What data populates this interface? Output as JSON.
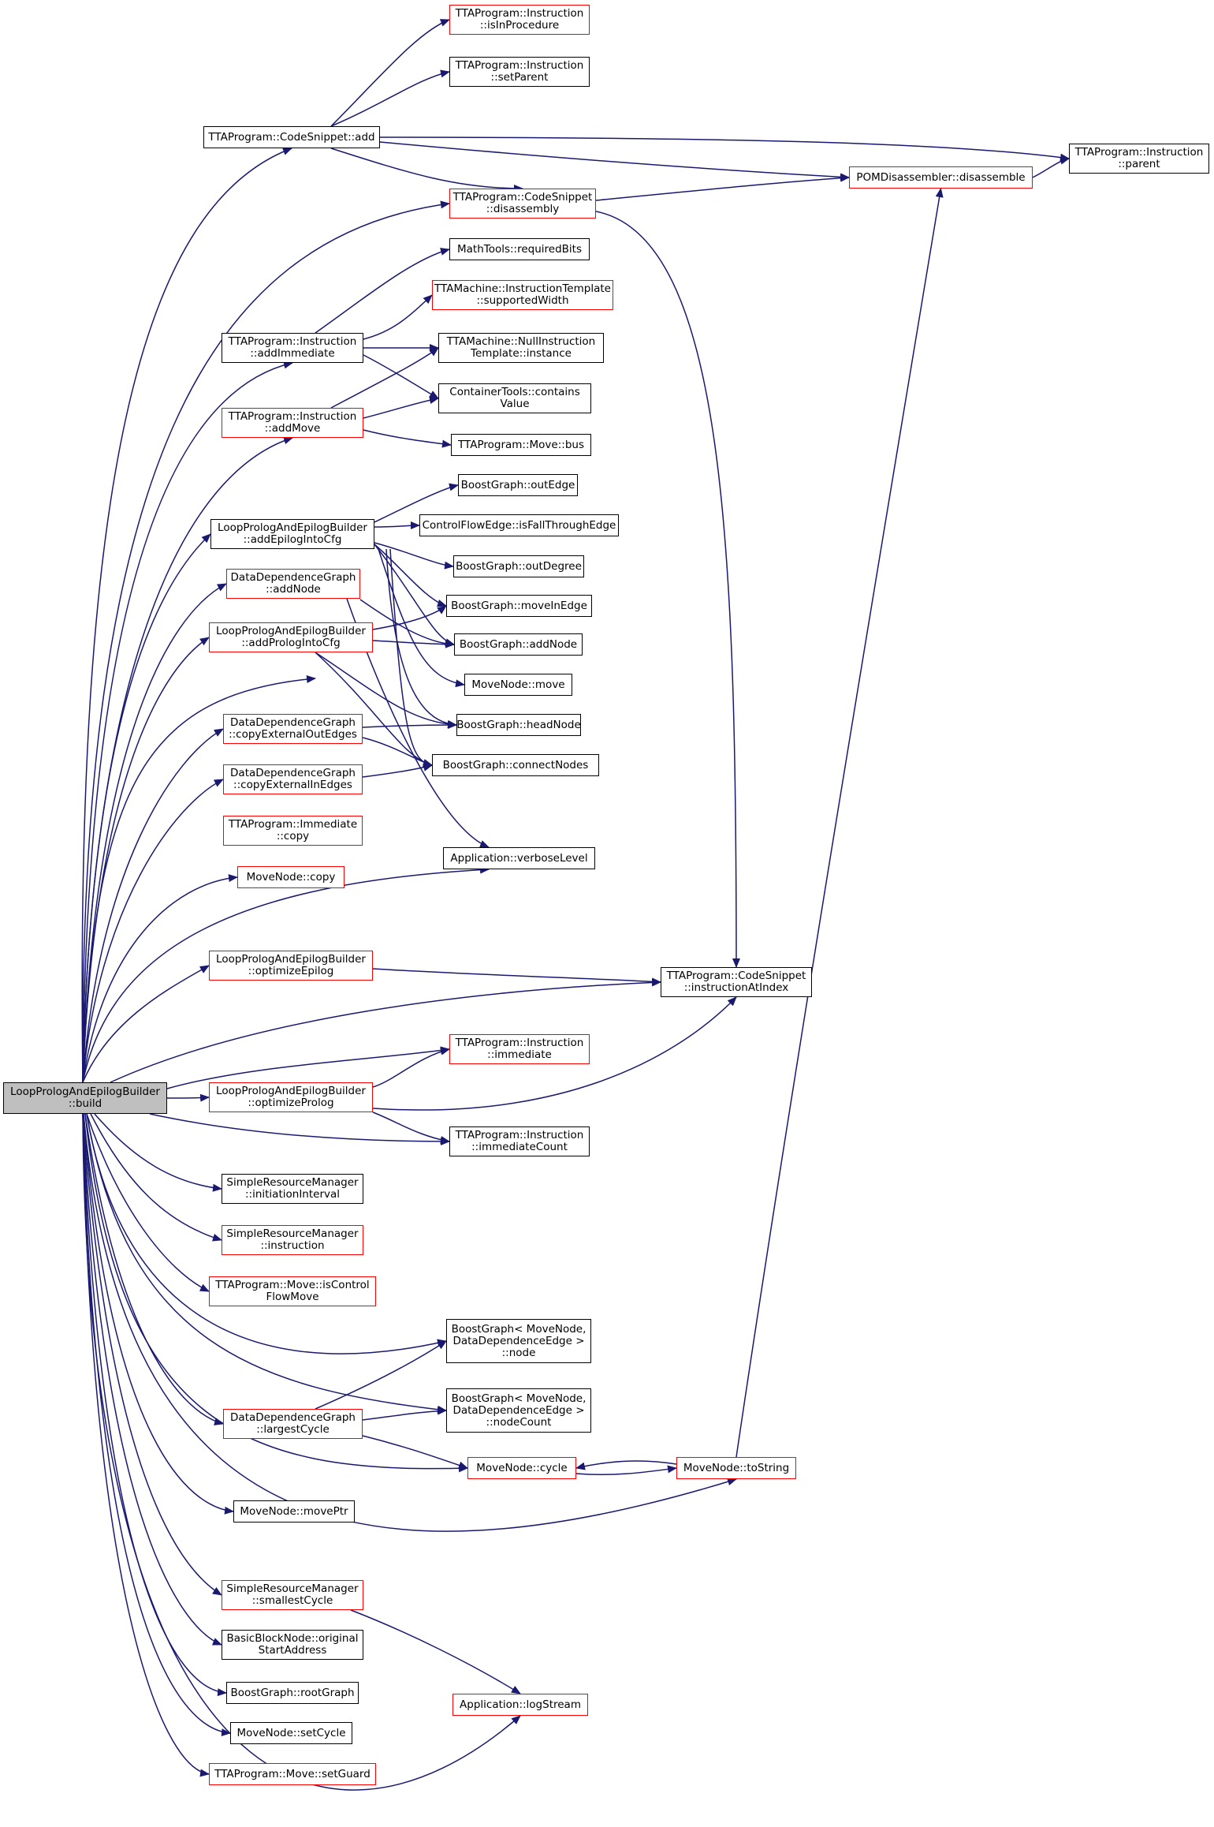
{
  "edge_color": "#191970",
  "border_colors": {
    "black": "#000000",
    "red": "#ff0000"
  },
  "root_fill": "#bfbfbf",
  "nodes": {
    "root": {
      "lines": [
        "LoopPrologAndEpilogBuilder",
        "::build"
      ],
      "style": "root"
    },
    "csadd": {
      "lines": [
        "TTAProgram::CodeSnippet::add"
      ],
      "style": "black"
    },
    "isinp": {
      "lines": [
        "TTAProgram::Instruction",
        "::isInProcedure"
      ],
      "style": "red"
    },
    "setpar": {
      "lines": [
        "TTAProgram::Instruction",
        "::setParent"
      ],
      "style": "black"
    },
    "parent": {
      "lines": [
        "TTAProgram::Instruction",
        "::parent"
      ],
      "style": "black"
    },
    "pomdis": {
      "lines": [
        "POMDisassembler::disassemble"
      ],
      "style": "red"
    },
    "csdis": {
      "lines": [
        "TTAProgram::CodeSnippet",
        "::disassembly"
      ],
      "style": "red"
    },
    "reqb": {
      "lines": [
        "MathTools::requiredBits"
      ],
      "style": "black"
    },
    "supw": {
      "lines": [
        "TTAMachine::InstructionTemplate",
        "::supportedWidth"
      ],
      "style": "red"
    },
    "addimm": {
      "lines": [
        "TTAProgram::Instruction",
        "::addImmediate"
      ],
      "style": "black"
    },
    "nulli": {
      "lines": [
        "TTAMachine::NullInstruction",
        "Template::instance"
      ],
      "style": "black"
    },
    "contv": {
      "lines": [
        "ContainerTools::contains",
        "Value"
      ],
      "style": "black"
    },
    "addmv": {
      "lines": [
        "TTAProgram::Instruction",
        "::addMove"
      ],
      "style": "red"
    },
    "bus": {
      "lines": [
        "TTAProgram::Move::bus"
      ],
      "style": "black"
    },
    "oute": {
      "lines": [
        "BoostGraph::outEdge"
      ],
      "style": "black"
    },
    "isfall": {
      "lines": [
        "ControlFlowEdge::isFallThroughEdge"
      ],
      "style": "black"
    },
    "addepi": {
      "lines": [
        "LoopPrologAndEpilogBuilder",
        "::addEpilogIntoCfg"
      ],
      "style": "black"
    },
    "outdeg": {
      "lines": [
        "BoostGraph::outDegree"
      ],
      "style": "black"
    },
    "ddgadd": {
      "lines": [
        "DataDependenceGraph",
        "::addNode"
      ],
      "style": "red"
    },
    "movein": {
      "lines": [
        "BoostGraph::moveInEdge"
      ],
      "style": "black"
    },
    "addpro": {
      "lines": [
        "LoopPrologAndEpilogBuilder",
        "::addPrologIntoCfg"
      ],
      "style": "red"
    },
    "bgadd": {
      "lines": [
        "BoostGraph::addNode"
      ],
      "style": "black"
    },
    "mnmove": {
      "lines": [
        "MoveNode::move"
      ],
      "style": "black"
    },
    "cpout": {
      "lines": [
        "DataDependenceGraph",
        "::copyExternalOutEdges"
      ],
      "style": "red"
    },
    "headn": {
      "lines": [
        "BoostGraph::headNode"
      ],
      "style": "black"
    },
    "connn": {
      "lines": [
        "BoostGraph::connectNodes"
      ],
      "style": "black"
    },
    "cpin": {
      "lines": [
        "DataDependenceGraph",
        "::copyExternalInEdges"
      ],
      "style": "red"
    },
    "immcp": {
      "lines": [
        "TTAProgram::Immediate",
        "::copy"
      ],
      "style": "red"
    },
    "verb": {
      "lines": [
        "Application::verboseLevel"
      ],
      "style": "black"
    },
    "mncopy": {
      "lines": [
        "MoveNode::copy"
      ],
      "style": "red"
    },
    "optepi": {
      "lines": [
        "LoopPrologAndEpilogBuilder",
        "::optimizeEpilog"
      ],
      "style": "red"
    },
    "insat": {
      "lines": [
        "TTAProgram::CodeSnippet",
        "::instructionAtIndex"
      ],
      "style": "black"
    },
    "immed": {
      "lines": [
        "TTAProgram::Instruction",
        "::immediate"
      ],
      "style": "red"
    },
    "optpro": {
      "lines": [
        "LoopPrologAndEpilogBuilder",
        "::optimizeProlog"
      ],
      "style": "red"
    },
    "immcnt": {
      "lines": [
        "TTAProgram::Instruction",
        "::immediateCount"
      ],
      "style": "black"
    },
    "srmii": {
      "lines": [
        "SimpleResourceManager",
        "::initiationInterval"
      ],
      "style": "black"
    },
    "srmins": {
      "lines": [
        "SimpleResourceManager",
        "::instruction"
      ],
      "style": "red"
    },
    "iscf": {
      "lines": [
        "TTAProgram::Move::isControl",
        "FlowMove"
      ],
      "style": "red"
    },
    "bgnode": {
      "lines": [
        "BoostGraph< MoveNode,",
        "DataDependenceEdge >",
        "::node"
      ],
      "style": "black"
    },
    "bgcnt": {
      "lines": [
        "BoostGraph< MoveNode,",
        "DataDependenceEdge >",
        "::nodeCount"
      ],
      "style": "black"
    },
    "largc": {
      "lines": [
        "DataDependenceGraph",
        "::largestCycle"
      ],
      "style": "red"
    },
    "mncyc": {
      "lines": [
        "MoveNode::cycle"
      ],
      "style": "red"
    },
    "tostr": {
      "lines": [
        "MoveNode::toString"
      ],
      "style": "red"
    },
    "mvptr": {
      "lines": [
        "MoveNode::movePtr"
      ],
      "style": "black"
    },
    "srmsc": {
      "lines": [
        "SimpleResourceManager",
        "::smallestCycle"
      ],
      "style": "red"
    },
    "bbnode": {
      "lines": [
        "BasicBlockNode::original",
        "StartAddress"
      ],
      "style": "black"
    },
    "rootg": {
      "lines": [
        "BoostGraph::rootGraph"
      ],
      "style": "black"
    },
    "logst": {
      "lines": [
        "Application::logStream"
      ],
      "style": "red"
    },
    "setcyc": {
      "lines": [
        "MoveNode::setCycle"
      ],
      "style": "black"
    },
    "setgd": {
      "lines": [
        "TTAProgram::Move::setGuard"
      ],
      "style": "red"
    }
  }
}
